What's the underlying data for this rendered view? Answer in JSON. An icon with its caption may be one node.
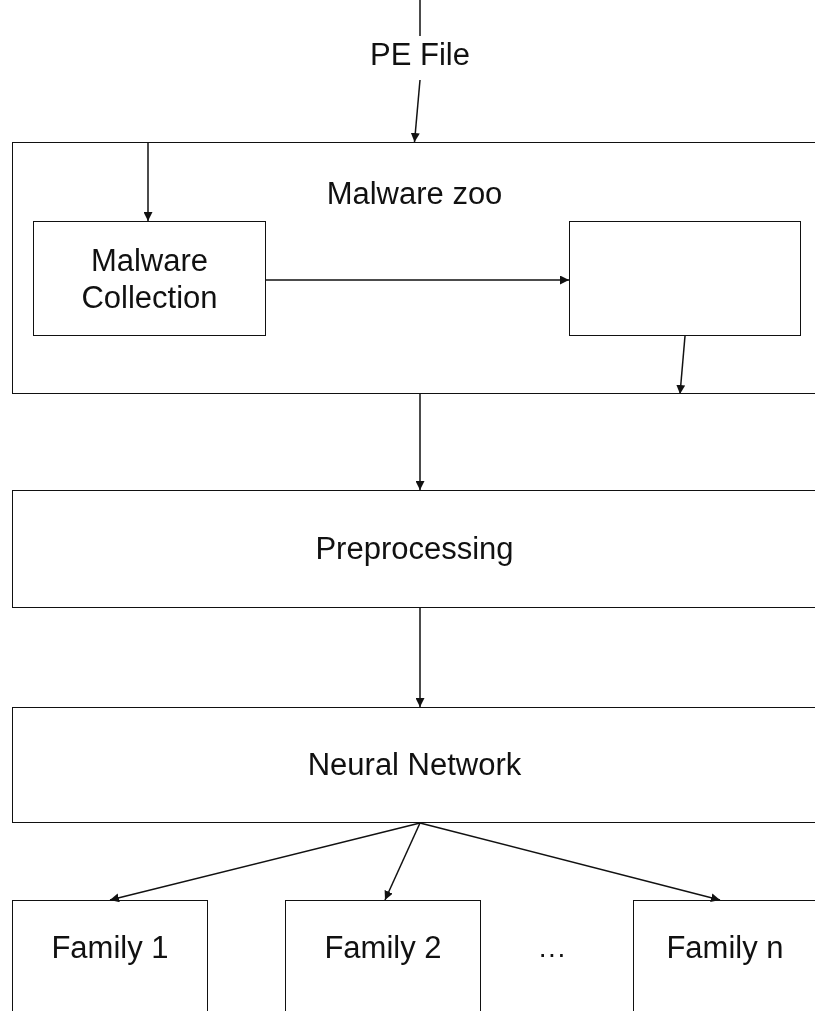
{
  "diagram": {
    "nodes": [
      {
        "text": [
          "PE File"
        ]
      },
      {
        "text": [
          "Malware zoo"
        ]
      },
      {
        "text": [
          "Malware Collection"
        ],
        "in": 1
      },
      {
        "text": [],
        "shape": "box",
        "in": 1
      },
      {
        "text": [
          "Preprocessing"
        ]
      },
      {
        "text": [
          "Neural Network"
        ]
      },
      {
        "text": [
          "Family 1"
        ]
      },
      {
        "text": [
          "Family 2"
        ]
      },
      {
        "text": [
          "Family n"
        ]
      }
    ],
    "edges": [
      {
        "from": null,
        "to": 0,
        "arrow": "none"
      },
      {
        "from": 0,
        "to": 1,
        "arrow": "to"
      },
      {
        "from": 1,
        "to": 2,
        "arrow": "to"
      },
      {
        "from": 2,
        "to": 3,
        "arrow": "to"
      },
      {
        "from": 3,
        "to": 1,
        "arrow": "to"
      },
      {
        "from": 1,
        "to": 4,
        "arrow": "to"
      },
      {
        "from": 4,
        "to": 5,
        "arrow": "to"
      },
      {
        "from": 5,
        "to": 6,
        "arrow": "to"
      },
      {
        "from": 5,
        "to": 7,
        "arrow": "to"
      },
      {
        "from": 5,
        "to": 8,
        "arrow": "to"
      }
    ],
    "labels": [
      "···"
    ]
  }
}
